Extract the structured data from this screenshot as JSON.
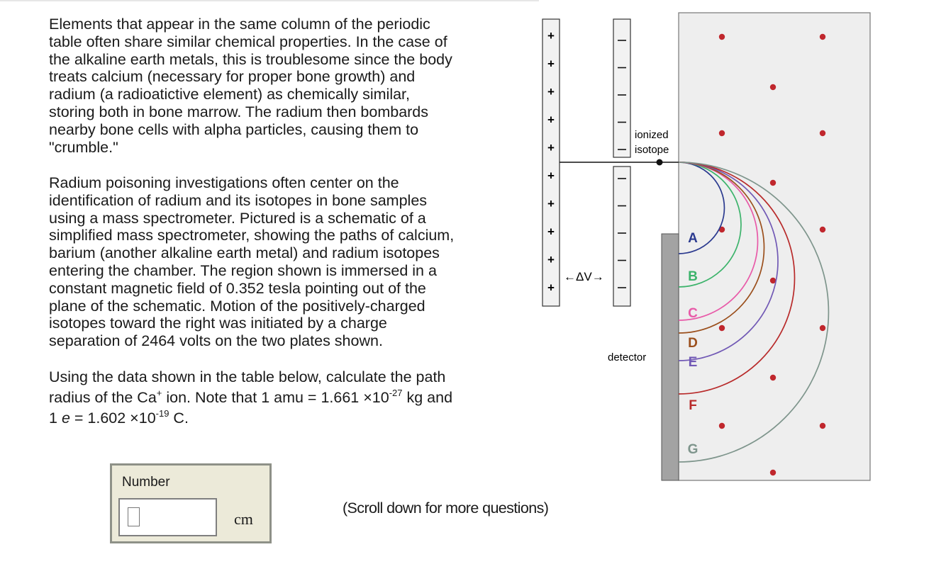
{
  "question": {
    "paragraph1": "Elements that appear in the same column of the periodic\ntable often share similar chemical properties. In the case of\nthe alkaline earth metals, this is troublesome since the body\ntreats calcium (necessary for proper bone growth) and\nradium (a radioatictive element) as chemically similar,\nstoring both in bone marrow. The radium then bombards\nnearby bone cells with alpha particles, causing them to\n\"crumble.\"",
    "paragraph2": "Radium poisoning investigations often center on the\nidentification of radium and its isotopes in bone samples\nusing a mass spectrometer. Pictured is a schematic of a\nsimplified mass spectrometer, showing the paths of calcium,\nbarium (another alkaline earth metal) and radium isotopes\nentering the chamber. The region shown is immersed in a\nconstant magnetic field of 0.352 tesla pointing out of the\nplane of the schematic. Motion of the positively-charged\nisotopes toward the right was initiated by a charge\nseparation of 2464 volts on the two plates shown.",
    "calc_line1_pre": "Using the data shown in the table below, calculate the path",
    "calc_line2_pre": "radius of the Ca",
    "calc_ion_charge": "+",
    "calc_line2_mid": " ion. Note that 1 amu = 1.661 ×10",
    "calc_amu_exp": "-27",
    "calc_line2_post": " kg and",
    "calc_line3_pre": "1 ",
    "calc_e_symbol": "e",
    "calc_line3_mid": " = 1.602 ×10",
    "calc_e_exp": "-19",
    "calc_line3_post": " C."
  },
  "answer": {
    "label": "Number",
    "value": "",
    "unit": "cm"
  },
  "scroll_note": "(Scroll down for more questions)",
  "diagram": {
    "positive_sign": "+",
    "negative_sign": "—",
    "delta_v_label": "←ΔV→",
    "ionized_label": "ionized",
    "isotope_label": "isotope",
    "detector_label": "detector",
    "path_labels": [
      "A",
      "B",
      "C",
      "D",
      "E",
      "F",
      "G"
    ],
    "path_colors": [
      "#2b3a8f",
      "#3cb36b",
      "#e85aa8",
      "#9b4f1c",
      "#7159b5",
      "#b82a2a",
      "#7e958c"
    ],
    "dot_color": "#c0272d",
    "chamber_color": "#eeeeee",
    "detector_color": "#a3a3a3"
  }
}
